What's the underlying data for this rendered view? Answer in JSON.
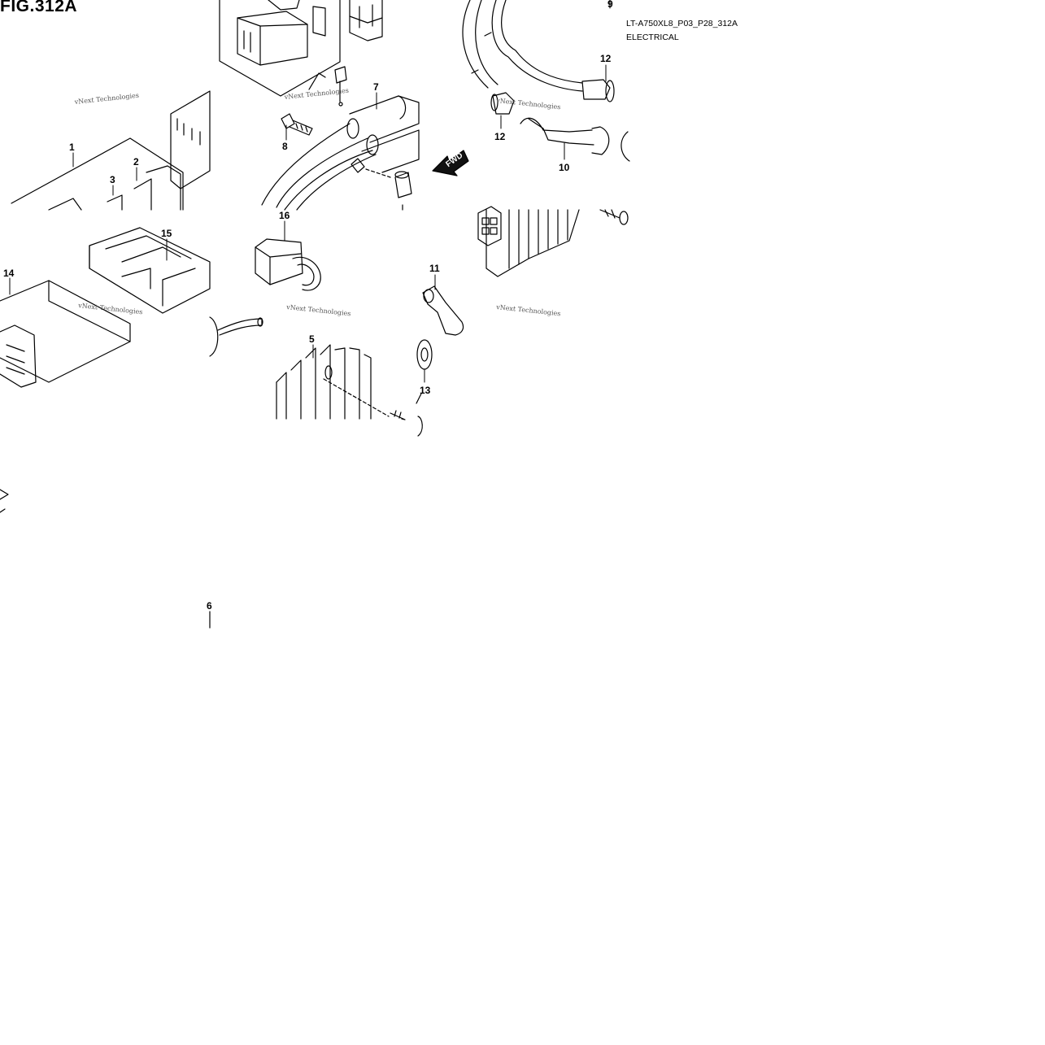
{
  "figure": {
    "title": "FIG.312A",
    "ref_code": "LT-A750XL8_P03_P28_312A",
    "section": "ELECTRICAL",
    "forward_label": "FWD",
    "watermark": "vNext Technologies"
  },
  "callouts": {
    "c1": "1",
    "c2": "2",
    "c3": "3",
    "c5": "5",
    "c6": "6",
    "c7": "7",
    "c8": "8",
    "c9": "9",
    "c10": "10",
    "c11": "11",
    "c12a": "12",
    "c12b": "12",
    "c13": "13",
    "c14": "14",
    "c15": "15",
    "c16": "16"
  }
}
